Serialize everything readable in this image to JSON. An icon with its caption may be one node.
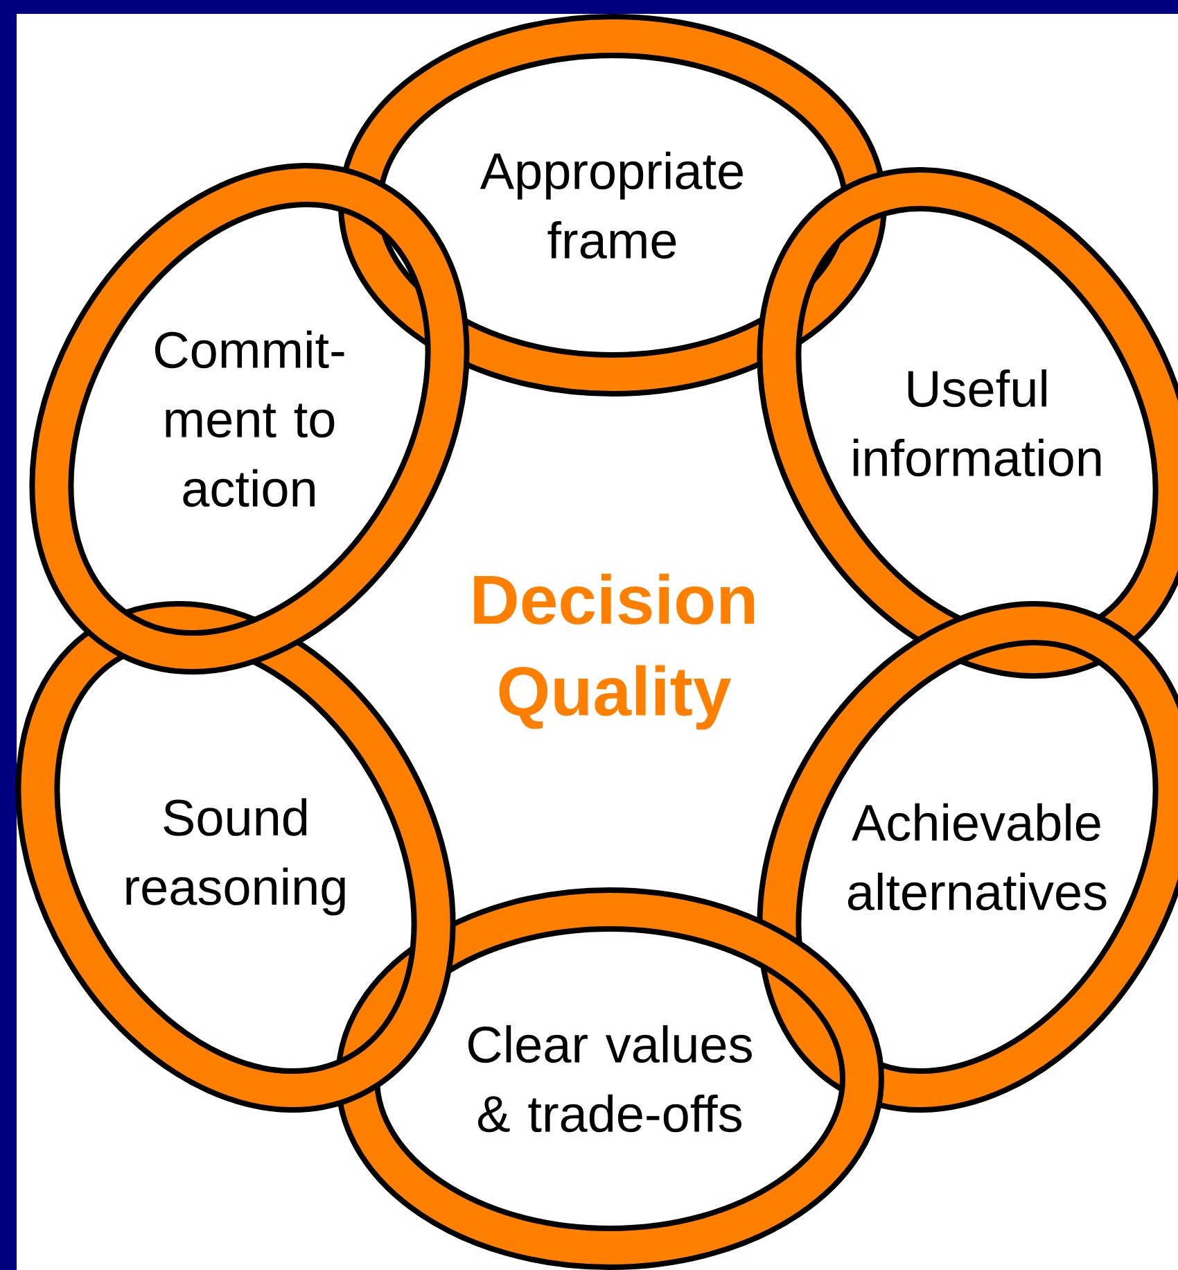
{
  "diagram": {
    "nodes": [
      {
        "text": [
          "Appropriate frame"
        ]
      },
      {
        "text": [
          "Useful information"
        ]
      },
      {
        "text": [
          "Achievable alternatives"
        ]
      },
      {
        "text": [
          "Clear values & trade-offs"
        ]
      },
      {
        "text": [
          "Sound reasoning"
        ]
      },
      {
        "text": [
          "Commit- ment to action"
        ]
      }
    ],
    "labels": [
      "Decision Quality"
    ]
  }
}
